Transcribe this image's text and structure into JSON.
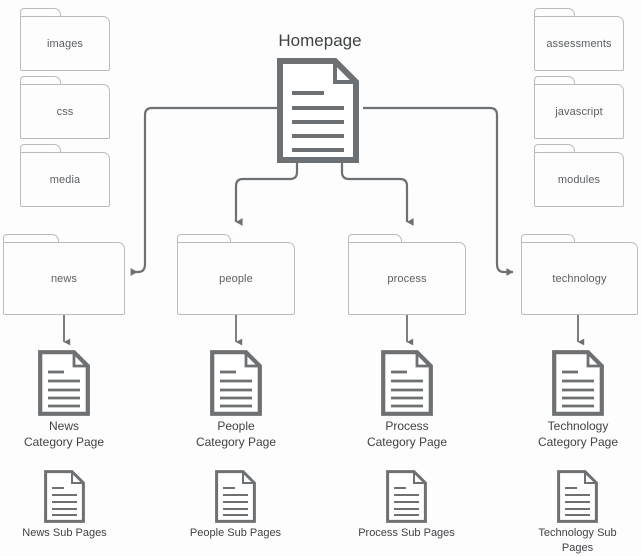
{
  "diagram": {
    "title": "Homepage",
    "root": {
      "label": "Homepage",
      "icon": "document-icon"
    },
    "left_folders": [
      {
        "label": "images",
        "icon": "folder-icon"
      },
      {
        "label": "css",
        "icon": "folder-icon"
      },
      {
        "label": "media",
        "icon": "folder-icon"
      }
    ],
    "right_folders": [
      {
        "label": "assessments",
        "icon": "folder-icon"
      },
      {
        "label": "javascript",
        "icon": "folder-icon"
      },
      {
        "label": "modules",
        "icon": "folder-icon"
      }
    ],
    "section_folders": [
      {
        "label": "news",
        "icon": "folder-icon"
      },
      {
        "label": "people",
        "icon": "folder-icon"
      },
      {
        "label": "process",
        "icon": "folder-icon"
      },
      {
        "label": "technology",
        "icon": "folder-icon"
      }
    ],
    "category_pages": [
      {
        "line1": "News",
        "line2": "Category Page",
        "icon": "document-icon"
      },
      {
        "line1": "People",
        "line2": "Category Page",
        "icon": "document-icon"
      },
      {
        "line1": "Process",
        "line2": "Category Page",
        "icon": "document-icon"
      },
      {
        "line1": "Technology",
        "line2": "Category Page",
        "icon": "document-icon"
      }
    ],
    "sub_pages": [
      {
        "label": "News Sub Pages",
        "icon": "document-icon"
      },
      {
        "label": "People Sub Pages",
        "icon": "document-icon"
      },
      {
        "label": "Process Sub Pages",
        "icon": "document-icon"
      },
      {
        "label": "Technology Sub Pages",
        "icon": "document-icon"
      }
    ],
    "colors": {
      "stroke_dark": "#6e7173",
      "stroke_light": "#b9bcbe",
      "text": "#3f4245",
      "label_text": "#5b5f63",
      "background": "#fdfdfd"
    }
  }
}
